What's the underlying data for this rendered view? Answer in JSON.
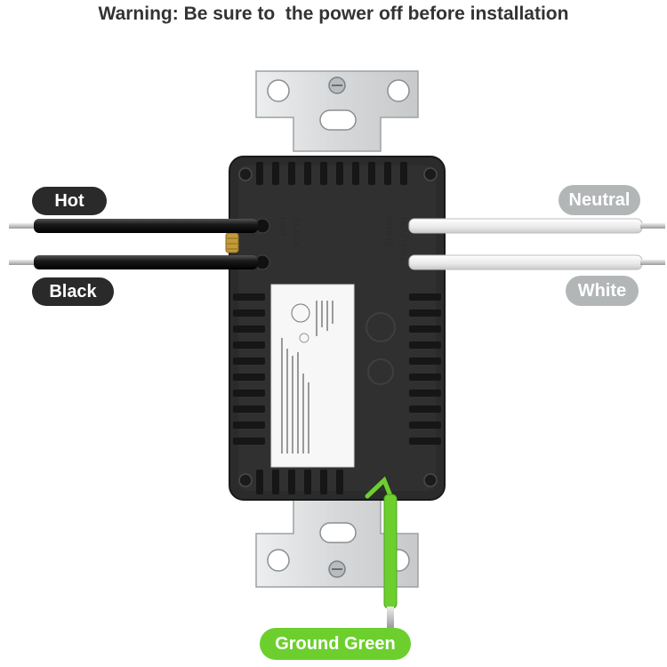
{
  "title": "Warning: Be sure to  the power off before installation",
  "labels": {
    "hot": "Hot",
    "black": "Black",
    "neutral": "Neutral",
    "white": "White",
    "ground": "Ground Green"
  },
  "colors": {
    "hot_pill": "#2a2a2a",
    "black_pill": "#2a2a2a",
    "neutral_pill": "#b3b6b7",
    "white_pill": "#b3b6b7",
    "ground_pill": "#6ccf2e",
    "ground_wire": "#6ccf2e",
    "housing": "#2b2b2b",
    "plate": "#d7d9db"
  },
  "icons": [
    "screw-icon",
    "ul-mark-icon",
    "certification-mark-icon"
  ]
}
